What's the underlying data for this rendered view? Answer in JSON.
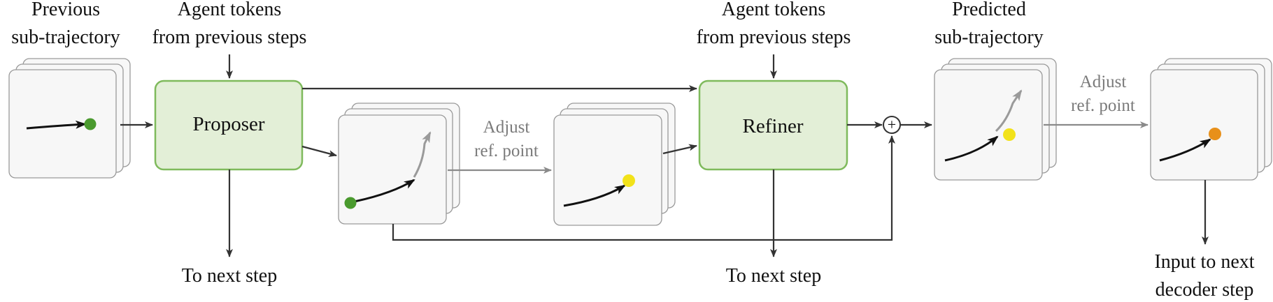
{
  "top_labels": {
    "previous_line1": "Previous",
    "previous_line2": "sub-trajectory",
    "agent1_line1": "Agent tokens",
    "agent1_line2": "from previous steps",
    "agent2_line1": "Agent tokens",
    "agent2_line2": "from previous steps",
    "predicted_line1": "Predicted",
    "predicted_line2": "sub-trajectory"
  },
  "modules": {
    "proposer": "Proposer",
    "refiner": "Refiner"
  },
  "adjust_labels": {
    "adjust1_line1": "Adjust",
    "adjust1_line2": "ref. point",
    "adjust2_line1": "Adjust",
    "adjust2_line2": "ref. point"
  },
  "bottom_labels": {
    "to_next_step_1": "To next step",
    "to_next_step_2": "To next step",
    "input_line1": "Input to next",
    "input_line2": "decoder step"
  },
  "sum_symbol": "+",
  "colors": {
    "module_fill": "#e3efd7",
    "module_border": "#7fba5c",
    "point_green": "#4a9a2e",
    "point_yellow": "#f2e21a",
    "point_orange": "#e8901a"
  }
}
